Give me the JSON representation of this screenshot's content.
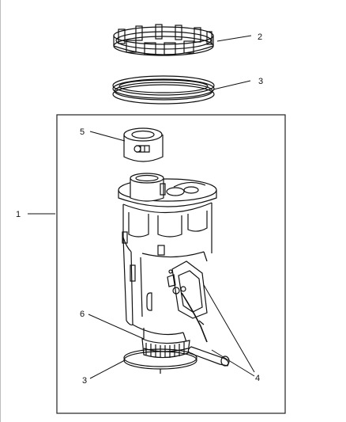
{
  "diagram": {
    "callouts": {
      "module": "1",
      "lock_ring": "2",
      "seal_top": "3",
      "filter": "5",
      "fuel_sender": "4",
      "strainer": "6",
      "seal_bottom": "3"
    }
  },
  "colors": {
    "line": "#111111",
    "frame": "#222222",
    "page_edge": "#bdbdbd"
  }
}
